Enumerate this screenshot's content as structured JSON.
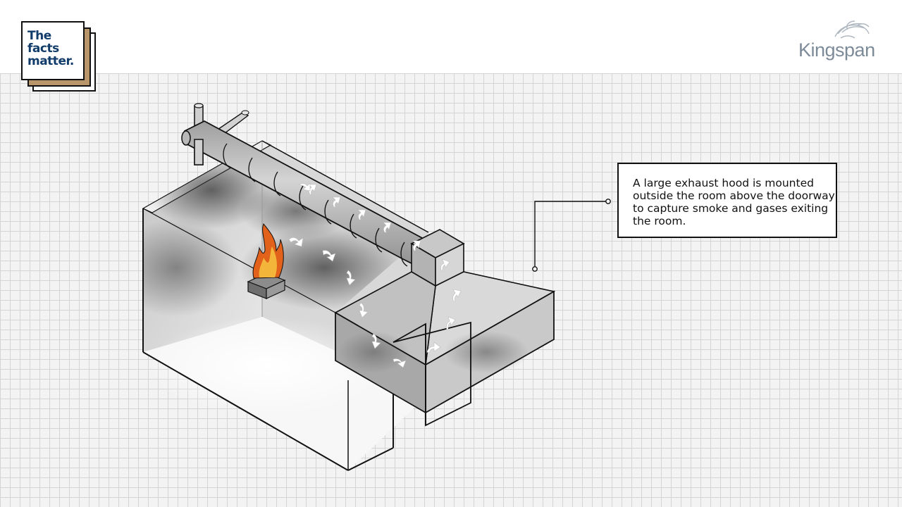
{
  "badge": {
    "line1": "The",
    "line2": "facts",
    "line3": "matter."
  },
  "brand": {
    "name": "Kingspan",
    "color": "#7d8b99"
  },
  "callout": {
    "text": "A large exhaust hood is mounted outside the room above the doorway to capture smoke and gases exiting the room."
  },
  "colors": {
    "badge_text": "#123d6b",
    "badge_accent": "#b8956a",
    "grid_line": "#d4d4d4",
    "smoke": "#444444",
    "duct": "#bdbdbd",
    "flame_outer": "#e2611b",
    "flame_inner": "#f3b63a"
  },
  "icons": {
    "flow_arrows": "curved-arrow-icon",
    "fire": "flame-icon"
  }
}
